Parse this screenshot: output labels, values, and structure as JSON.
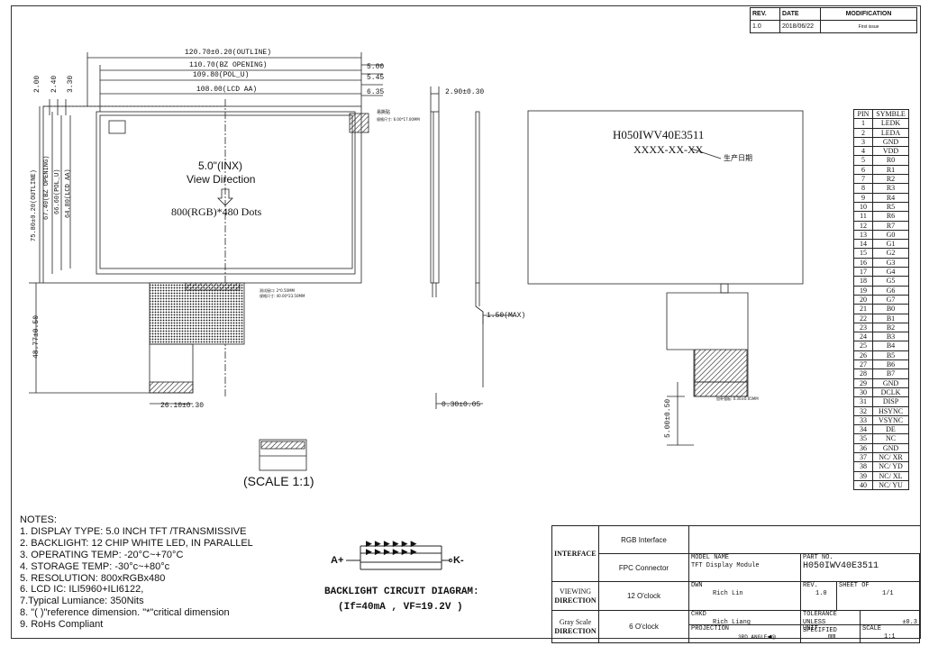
{
  "revision_table": {
    "headers": [
      "REV.",
      "DATE",
      "MODIFICATION"
    ],
    "rows": [
      [
        "1.0",
        "2018/06/22",
        "First issue"
      ]
    ]
  },
  "front_view": {
    "dims": {
      "outline_w": "120.70±0.20(OUTLINE)",
      "bz_opening_w": "110.70(BZ OPENING)",
      "pol_w": "109.80(POL_U)",
      "lcd_aa_w": "108.00(LCD AA)",
      "off_500": "5.00",
      "off_545": "5.45",
      "off_635": "6.35",
      "top_200": "2.00",
      "top_240": "2.40",
      "top_330": "3.30",
      "outline_h": "75.80±0.20(OUTLINE)",
      "bz_opening_h": "67.40(BZ OPENING)",
      "pol_h": "66.60(POL_U)",
      "lcd_aa_h": "64.80(LCD AA)",
      "total_h": "48.77±0.50",
      "fpc_w": "26.10±0.30"
    },
    "screen_size": "5.0\"(INX)",
    "view_direction": "View Direction",
    "resolution_text": "800(RGB)*480 Dots",
    "label_note": "易撕贴",
    "label_sub": "规格尺寸: 6.00*17.00MM",
    "fpc_note_1": "测试接口: 2*0.50MM",
    "fpc_note_2": "规格尺寸: 40.00*23.50MM",
    "scale_text": "(SCALE 1:1)"
  },
  "side_view": {
    "thickness": "2.90±0.30",
    "fpc_thick": "1.50(MAX)",
    "fpc_base": "0.30±0.05"
  },
  "back_view": {
    "part_no": "H050IWV40E3511",
    "date_code": "XXXX-XX-XX",
    "date_note": "生产日期",
    "fpc_dim": "5.00±0.50",
    "fpc_note": "加补强板: 0.30±0.05MM"
  },
  "pin_table": {
    "headers": [
      "PIN",
      "SYMBLE"
    ],
    "rows": [
      [
        "1",
        "LEDK"
      ],
      [
        "2",
        "LEDA"
      ],
      [
        "3",
        "GND"
      ],
      [
        "4",
        "VDD"
      ],
      [
        "5",
        "R0"
      ],
      [
        "6",
        "R1"
      ],
      [
        "7",
        "R2"
      ],
      [
        "8",
        "R3"
      ],
      [
        "9",
        "R4"
      ],
      [
        "10",
        "R5"
      ],
      [
        "11",
        "R6"
      ],
      [
        "12",
        "R7"
      ],
      [
        "13",
        "G0"
      ],
      [
        "14",
        "G1"
      ],
      [
        "15",
        "G2"
      ],
      [
        "16",
        "G3"
      ],
      [
        "17",
        "G4"
      ],
      [
        "18",
        "G5"
      ],
      [
        "19",
        "G6"
      ],
      [
        "20",
        "G7"
      ],
      [
        "21",
        "B0"
      ],
      [
        "22",
        "B1"
      ],
      [
        "23",
        "B2"
      ],
      [
        "24",
        "B3"
      ],
      [
        "25",
        "B4"
      ],
      [
        "26",
        "B5"
      ],
      [
        "27",
        "B6"
      ],
      [
        "28",
        "B7"
      ],
      [
        "29",
        "GND"
      ],
      [
        "30",
        "DCLK"
      ],
      [
        "31",
        "DISP"
      ],
      [
        "32",
        "HSYNC"
      ],
      [
        "33",
        "VSYNC"
      ],
      [
        "34",
        "DE"
      ],
      [
        "35",
        "NC"
      ],
      [
        "36",
        "GND"
      ],
      [
        "37",
        "NC/ XR"
      ],
      [
        "38",
        "NC/ YD"
      ],
      [
        "39",
        "NC/ XL"
      ],
      [
        "40",
        "NC/ YU"
      ]
    ]
  },
  "notes": {
    "title": "NOTES:",
    "items": [
      "1. DISPLAY TYPE: 5.0 INCH TFT /TRANSMISSIVE",
      "2. BACKLIGHT: 12 CHIP WHITE LED, IN PARALLEL",
      "3. OPERATING TEMP: -20°C~+70°C",
      "4. STORAGE TEMP: -30°c~+80°c",
      "5. RESOLUTION: 800xRGBx480",
      "6. LCD IC: ILI5960+ILI6122,",
      "7.Typical Lumiance: 350Nits",
      "8. \"( )\"reference dimension. \"*\"critical dimension",
      "9. RoHs Compliant"
    ]
  },
  "backlight": {
    "anode": "A+",
    "cathode": "K-",
    "title": "BACKLIGHT CIRCUIT DIAGRAM:",
    "params": "(If=40mA , VF=19.2V )"
  },
  "title_block": {
    "interface_label": "INTERFACE",
    "interface_values": [
      "RGB Interface",
      "FPC Connector"
    ],
    "viewing_label_1": "VIEWING",
    "viewing_label_2": "DIRECTION",
    "viewing_value": "12 O'clock",
    "gray_label_1": "Gray Scale",
    "gray_label_2": "DIRECTION",
    "gray_value": "6 O'clock",
    "model_name_label": "MODEL NAME",
    "model_name_value": "TFT Display Module",
    "part_no_label": "PART NO.",
    "part_no_value": "H050IWV40E3511",
    "dwn_label": "DWN",
    "dwn_value": "Rich Lin",
    "rev_label": "REV.",
    "rev_value": "1.0",
    "sheet_label": "SHEET OF",
    "sheet_value": "1/1",
    "chkd_label": "CHKD",
    "chkd_value": "Rich Liang",
    "tol_label_1": "TOLERANCE UNLESS",
    "tol_label_2": "SPECIFIED",
    "tol_value": "±0.3",
    "proj_label": "PROJECTION",
    "proj_value": "3RD ANGLE",
    "unit_label": "UNIT",
    "unit_value": "mm",
    "scale_label": "SCALE",
    "scale_value": "1:1"
  }
}
